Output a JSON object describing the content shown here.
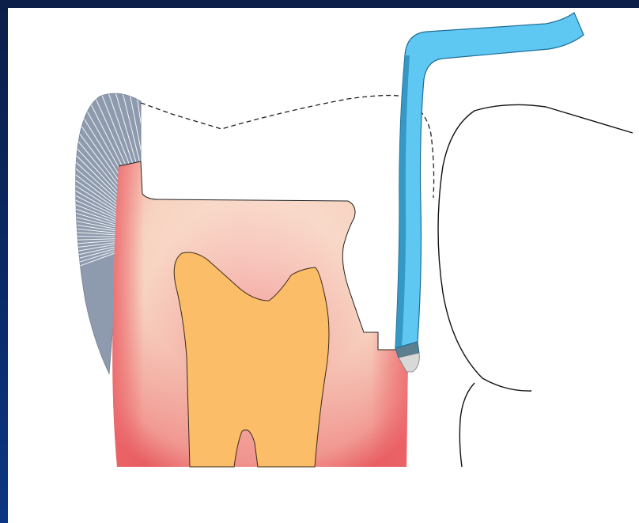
{
  "diagram": {
    "colors": {
      "frame": "#0c2a66",
      "background": "#ffffff",
      "enamel_hatch": "#8f9bad",
      "enamel_stroke": "#ffffff",
      "dentin_light": "#f8d5c4",
      "dentin_edge": "#ec6d6d",
      "pulp": "#fbbd68",
      "instrument": "#5ec8f2",
      "instrument_side": "#2a8fc0",
      "outline": "#111111"
    },
    "elements": [
      {
        "name": "tooth-crown-enamel-remnant",
        "icon": "hatched-enamel"
      },
      {
        "name": "prepared-tooth-dentin",
        "icon": "dentin"
      },
      {
        "name": "pulp-chamber",
        "icon": "pulp"
      },
      {
        "name": "original-contour-dashed-line",
        "icon": "dashed-outline"
      },
      {
        "name": "adjacent-tooth-outline",
        "icon": "tooth-outline"
      },
      {
        "name": "dental-instrument",
        "icon": "probe"
      }
    ]
  }
}
